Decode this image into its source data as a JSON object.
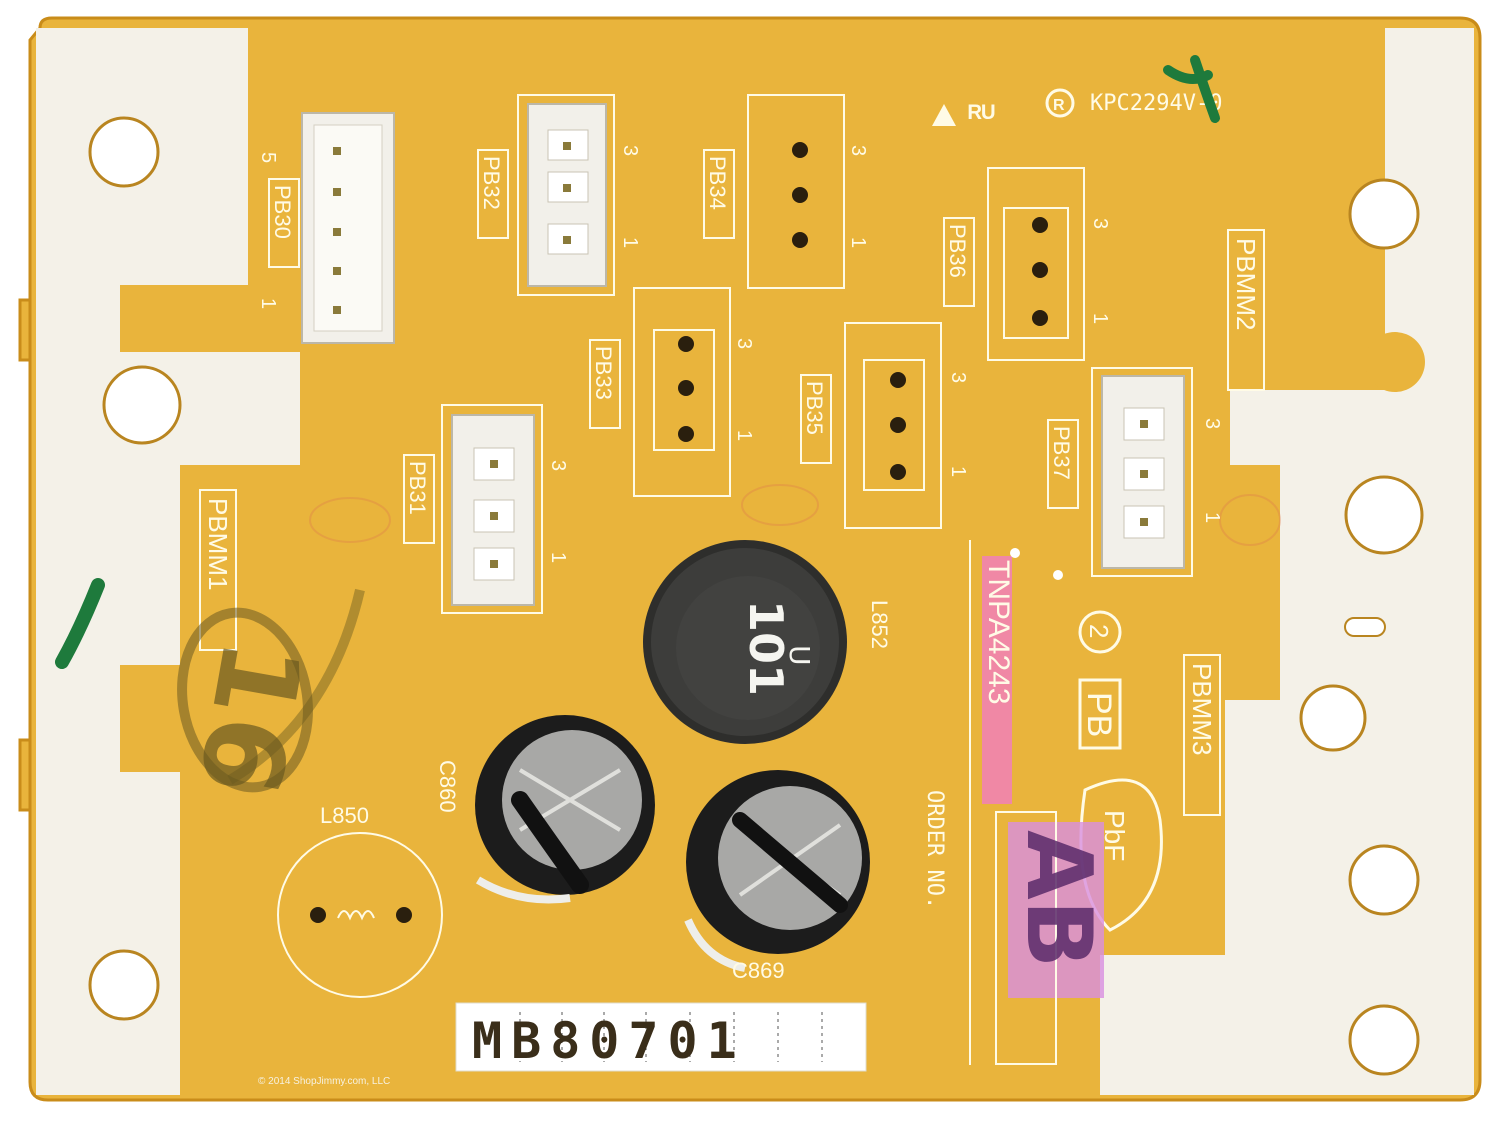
{
  "board": {
    "cert_code": "KPC2294V-0",
    "connectors": [
      {
        "ref": "PB30",
        "pin_high": "5",
        "pin_low": "1"
      },
      {
        "ref": "PB31",
        "pin_high": "3",
        "pin_low": "1"
      },
      {
        "ref": "PB32",
        "pin_high": "3",
        "pin_low": "1"
      },
      {
        "ref": "PB33",
        "pin_high": "3",
        "pin_low": "1"
      },
      {
        "ref": "PB34",
        "pin_high": "3",
        "pin_low": "1"
      },
      {
        "ref": "PB35",
        "pin_high": "3",
        "pin_low": "1"
      },
      {
        "ref": "PB36",
        "pin_high": "3",
        "pin_low": "1"
      },
      {
        "ref": "PB37",
        "pin_high": "3",
        "pin_low": "1"
      }
    ],
    "mounting_labels": [
      "PBMM1",
      "PBMM2",
      "PBMM3"
    ],
    "components": {
      "inductor_l850": "L850",
      "inductor_l852": "L852",
      "inductor_marking": "101",
      "inductor_marking_sub": "U",
      "cap_c860": "C860",
      "cap_c869": "C869"
    },
    "part_number": "TNPA4243",
    "revision_circle": "2",
    "board_code": "PB",
    "lead_free": "PbF",
    "order_label": "ORDER NO.",
    "order_suffix": "AB",
    "serial": "MB80701",
    "handwritten_mark": "16"
  },
  "copyright": "© 2014 ShopJimmy.com, LLC",
  "colors": {
    "pcb": "#e9b43c",
    "pcb_edge": "#d49a22",
    "silkscreen": "#fffbe6",
    "pad_white": "#f4f1e8",
    "connector_body": "#f2f0ea",
    "inductor_body": "#3a3a38",
    "capacitor_top": "#a8a8a6",
    "pink_highlight": "#f279c8",
    "violet_highlight": "#d88ee0"
  }
}
